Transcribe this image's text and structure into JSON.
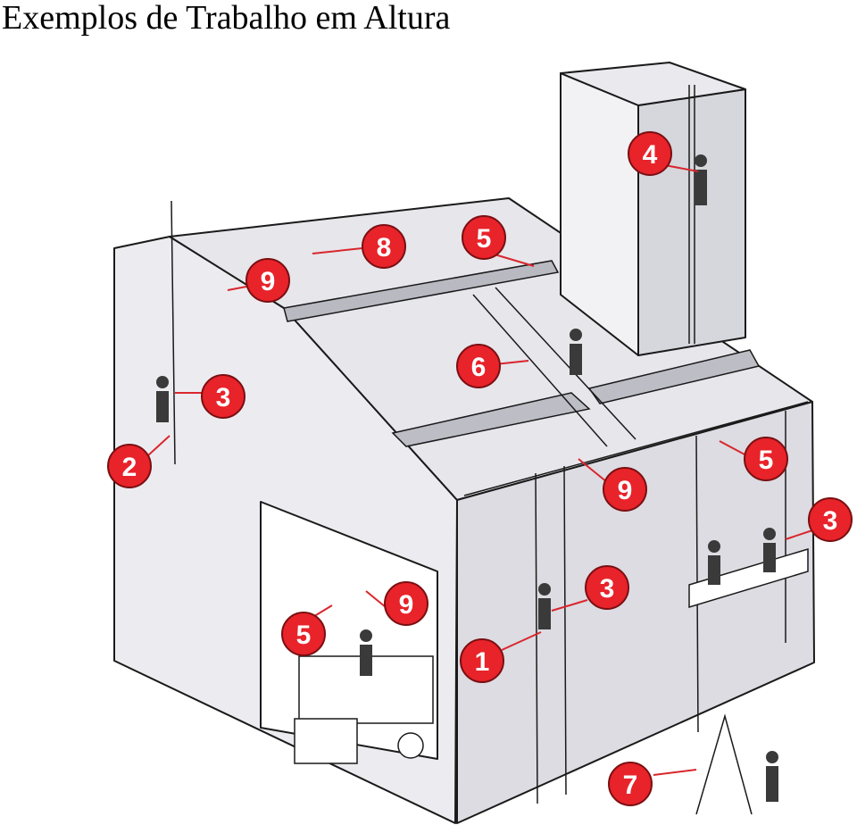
{
  "title": "Exemplos de Trabalho em Altura",
  "colors": {
    "marker_fill": "#e8232a",
    "marker_text": "#ffffff",
    "line": "#1a1a1a",
    "wall_light": "#f1f1f4",
    "wall_mid": "#e2e2e7",
    "wall_dark": "#cfcfd6",
    "callout_line": "#d9262c"
  },
  "markers": [
    {
      "id": "m1",
      "label": "1"
    },
    {
      "id": "m2",
      "label": "2"
    },
    {
      "id": "m3a",
      "label": "3"
    },
    {
      "id": "m3b",
      "label": "3"
    },
    {
      "id": "m3c",
      "label": "3"
    },
    {
      "id": "m4",
      "label": "4"
    },
    {
      "id": "m5a",
      "label": "5"
    },
    {
      "id": "m5b",
      "label": "5"
    },
    {
      "id": "m5c",
      "label": "5"
    },
    {
      "id": "m6",
      "label": "6"
    },
    {
      "id": "m7",
      "label": "7"
    },
    {
      "id": "m8",
      "label": "8"
    },
    {
      "id": "m9a",
      "label": "9"
    },
    {
      "id": "m9b",
      "label": "9"
    },
    {
      "id": "m9c",
      "label": "9"
    }
  ]
}
